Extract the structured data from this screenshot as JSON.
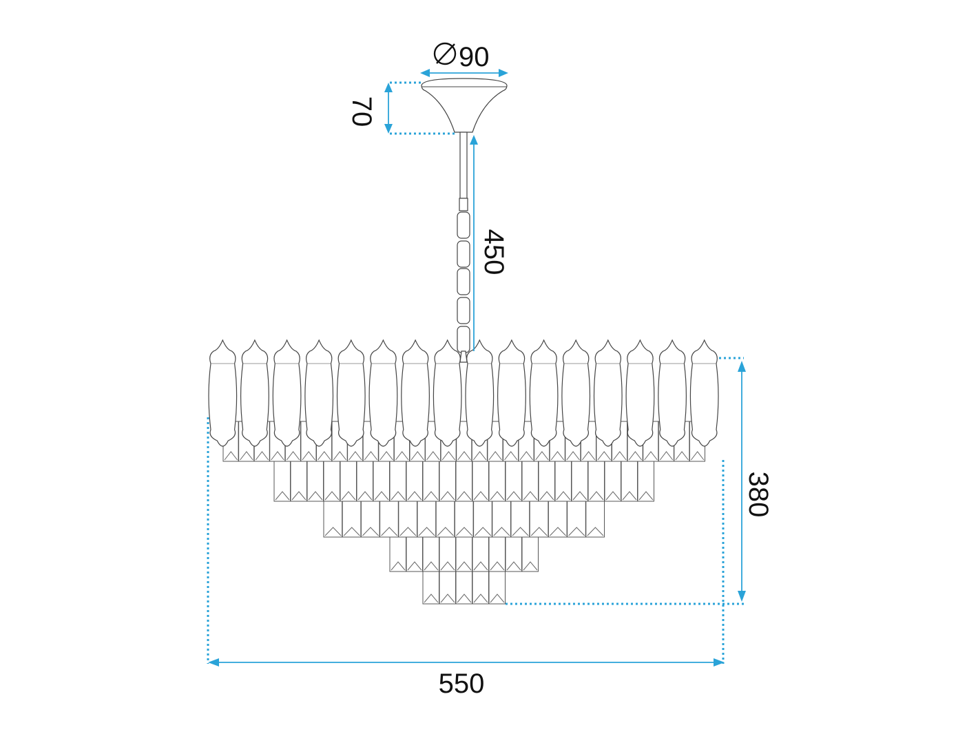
{
  "diagram": {
    "dimensions": {
      "canopy_diameter": {
        "symbol": "⌀",
        "value": "90"
      },
      "canopy_height": {
        "value": "70"
      },
      "rod_length": {
        "value": "450"
      },
      "body_height": {
        "value": "380"
      },
      "body_width": {
        "value": "550"
      }
    },
    "colors": {
      "dimension": "#2aa3d8",
      "outline": "#444444",
      "text": "#111111",
      "background": "#ffffff"
    },
    "fixture": {
      "top_crystal_count": 16,
      "tier_counts": [
        31,
        23,
        15,
        9,
        5
      ]
    }
  }
}
